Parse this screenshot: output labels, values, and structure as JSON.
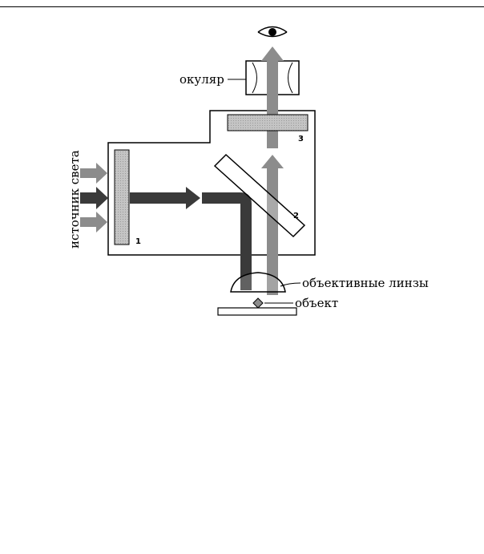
{
  "diagram": {
    "labels": {
      "eyepiece": "окуляр",
      "light_source": "источник света",
      "objective_lenses": "объективные линзы",
      "object": "объект"
    },
    "component_numbers": {
      "filter_1": "1",
      "mirror_2": "2",
      "filter_3": "3"
    },
    "colors": {
      "excitation_beam": "#3a3a3a",
      "emission_beam": "#8c8c8c",
      "filter_fill": "#b8b8b8",
      "outline": "#000000"
    }
  }
}
